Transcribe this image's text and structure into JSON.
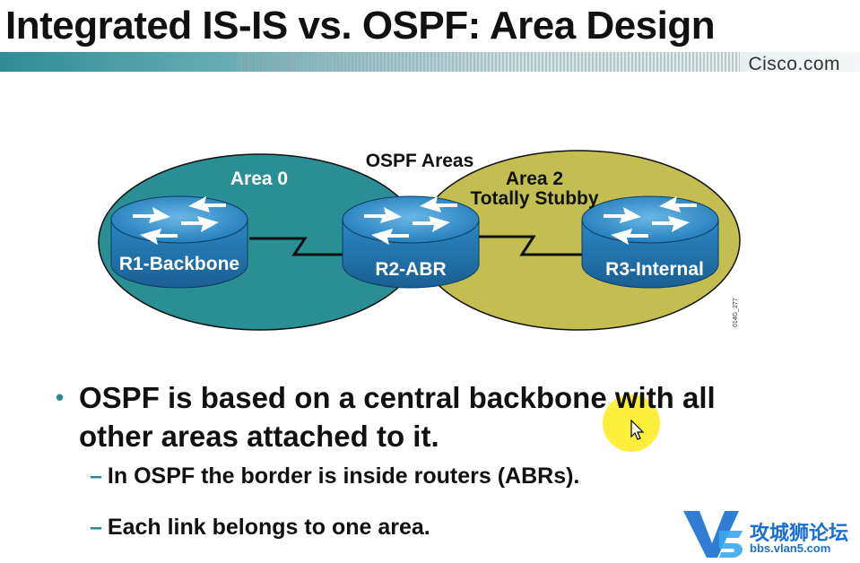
{
  "slide": {
    "title": "Integrated IS-IS vs. OSPF: Area Design",
    "brand": "Cisco.com"
  },
  "diagram": {
    "heading": "OSPF Areas",
    "areas": [
      {
        "label": "Area 0",
        "color": "#2a8f95"
      },
      {
        "label_line1": "Area 2",
        "label_line2": "Totally Stubby",
        "color": "#c4bd52"
      }
    ],
    "routers": [
      {
        "label": "R1-Backbone"
      },
      {
        "label": "R2-ABR"
      },
      {
        "label": "R3-Internal"
      }
    ],
    "figure_code": "014G_277"
  },
  "content": {
    "bullet_line1": "OSPF is based on a central backbone with all",
    "bullet_line2": "other areas attached to it.",
    "sub1": "In OSPF the border is inside routers (ABRs).",
    "sub2": "Each link belongs to one area."
  },
  "watermark": {
    "logo_text": "V5",
    "cn_text": "攻城狮论坛",
    "url": "bbs.vlan5.com"
  }
}
